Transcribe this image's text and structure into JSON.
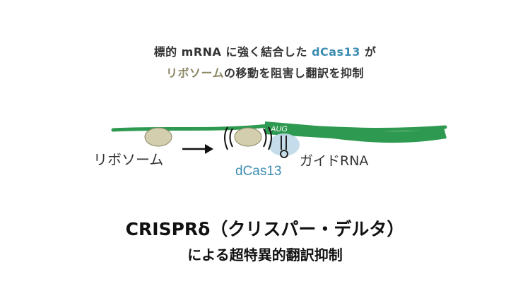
{
  "caption": {
    "line1_a": "標的 mRNA に強く結合した ",
    "line1_b": "dCas13",
    "line1_c": " が",
    "line2_a": "リボソーム",
    "line2_b": "の移動を阻害し翻訳を抑制"
  },
  "diagram": {
    "ribosome_label": "リボソーム",
    "aug_label": "AUG",
    "dcas_label": "dCas13",
    "guide_label": "ガイドRNA",
    "colors": {
      "mrna": "#2e9950",
      "ribosome": "#d3cfae",
      "dcas": "#bfd9e8",
      "dcas_text": "#3d8db3"
    }
  },
  "title": "CRISPRδ（クリスパー・デルタ）",
  "subtitle": "による超特異的翻訳抑制"
}
